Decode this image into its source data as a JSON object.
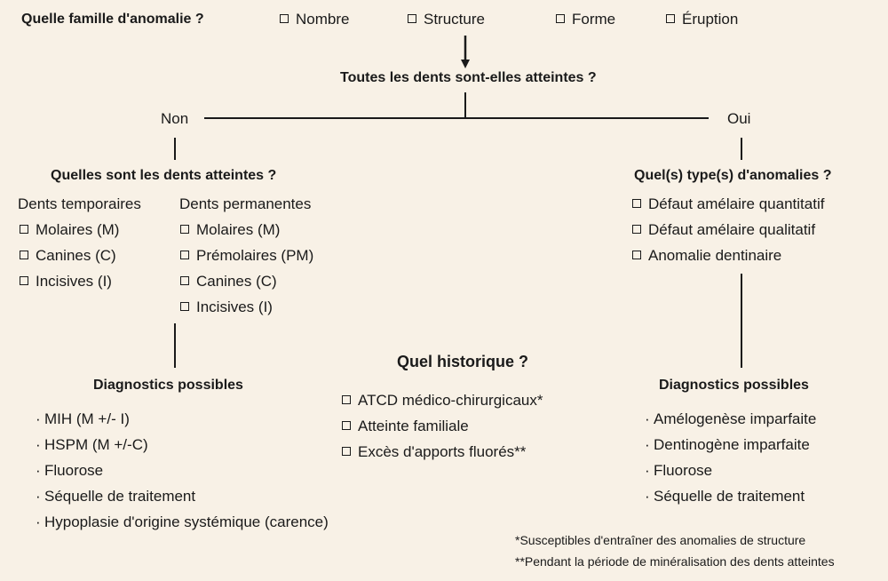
{
  "header": {
    "question": "Quelle famille d'anomalie ?",
    "options": [
      "Nombre",
      "Structure",
      "Forme",
      "Éruption"
    ]
  },
  "main_question": "Toutes les dents sont-elles atteintes ?",
  "branch_no": "Non",
  "branch_yes": "Oui",
  "left": {
    "question": "Quelles sont les dents atteintes ?",
    "temporary": {
      "title": "Dents temporaires",
      "items": [
        "Molaires (M)",
        "Canines (C)",
        "Incisives (I)"
      ]
    },
    "permanent": {
      "title": "Dents permanentes",
      "items": [
        "Molaires (M)",
        "Prémolaires (PM)",
        "Canines (C)",
        "Incisives (I)"
      ]
    },
    "diag_title": "Diagnostics possibles",
    "diagnostics": [
      "MIH (M +/- I)",
      "HSPM (M +/-C)",
      "Fluorose",
      "Séquelle de traitement",
      "Hypoplasie d'origine systémique (carence)"
    ]
  },
  "right": {
    "question": "Quel(s) type(s) d'anomalies ?",
    "items": [
      "Défaut amélaire quantitatif",
      "Défaut amélaire qualitatif",
      "Anomalie dentinaire"
    ],
    "diag_title": "Diagnostics possibles",
    "diagnostics": [
      "Amélogenèse imparfaite",
      "Dentinogène imparfaite",
      "Fluorose",
      "Séquelle de traitement"
    ]
  },
  "history": {
    "title": "Quel historique ?",
    "items": [
      "ATCD médico-chirurgicaux*",
      "Atteinte familiale",
      "Excès d'apports fluorés**"
    ]
  },
  "footnotes": [
    "*Susceptibles d'entraîner des anomalies de structure",
    "**Pendant la période de minéralisation des dents atteintes"
  ]
}
